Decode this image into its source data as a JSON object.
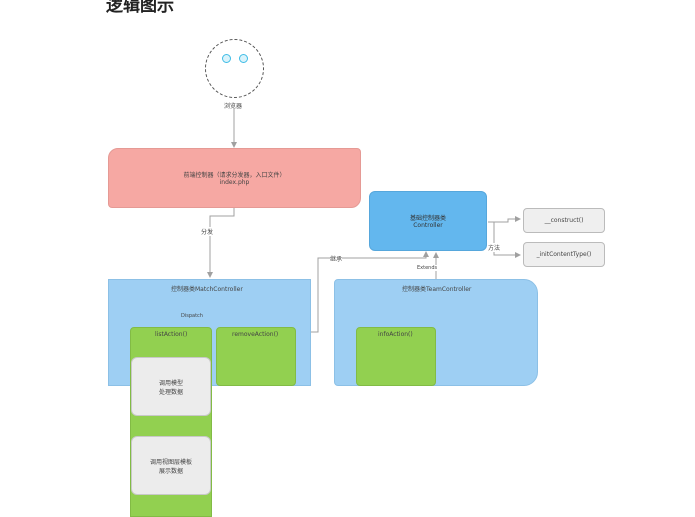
{
  "heading": "逻辑图示",
  "colors": {
    "pink": "#f6a8a3",
    "blue": "#63b7ee",
    "light_blue": "#9ecff3",
    "green": "#92d050",
    "gray": "#ececec",
    "line": "#a0a0a0"
  },
  "nodes": {
    "browser": {
      "icon": "smiley-face-icon",
      "label": "浏览器"
    },
    "front_controller": {
      "line1": "前端控制器（请求分发器，入口文件）",
      "line2": "index.php"
    },
    "base_controller": {
      "line1": "基础控制器类",
      "line2": "Controller"
    },
    "construct": {
      "label": "__construct()"
    },
    "init_content_type": {
      "label": "_initContentType()"
    },
    "match_controller": {
      "title": "控制器类MatchController"
    },
    "team_controller": {
      "title": "控制器类TeamController"
    },
    "list_action": {
      "label": "listAction()"
    },
    "remove_action": {
      "label": "removeAction()"
    },
    "info_action": {
      "label": "infoAction()"
    },
    "step_model": {
      "line1": "调用模型",
      "line2": "处理数据"
    },
    "step_view": {
      "line1": "调用视图层模板",
      "line2": "展示数据"
    }
  },
  "edges": {
    "dispatch_label": "分发",
    "dispatch_loop_label": "Dispatch",
    "inherit_label": "继承",
    "extends_label": "Extends",
    "method_label": "方法"
  }
}
